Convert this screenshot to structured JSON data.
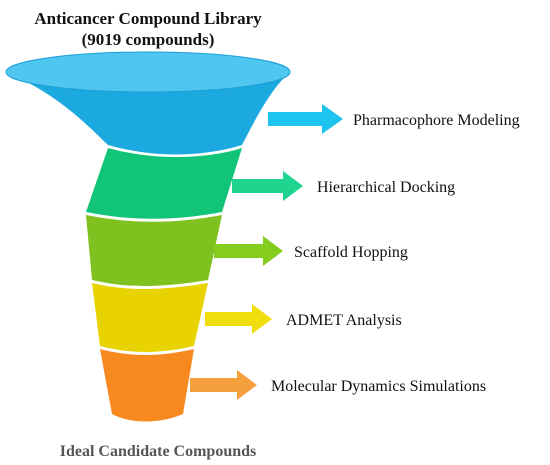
{
  "title": {
    "line1": "Anticancer Compound Library",
    "line2": "(9019 compounds)"
  },
  "footer": "Ideal Candidate Compounds",
  "stages": [
    {
      "label": "Pharmacophore Modeling",
      "color": "#1ba9df",
      "rim_color": "#4fc6ef",
      "arrow_color": "#1ec3ee"
    },
    {
      "label": "Hierarchical Docking",
      "color": "#12c478",
      "arrow_color": "#1ed48e"
    },
    {
      "label": "Scaffold Hopping",
      "color": "#7fc21f",
      "arrow_color": "#84cc1d"
    },
    {
      "label": "ADMET Analysis",
      "color": "#e8d200",
      "arrow_color": "#f0dd0e"
    },
    {
      "label": "Molecular Dynamics Simulations",
      "color": "#f7891f",
      "arrow_color": "#f5a03c"
    }
  ]
}
